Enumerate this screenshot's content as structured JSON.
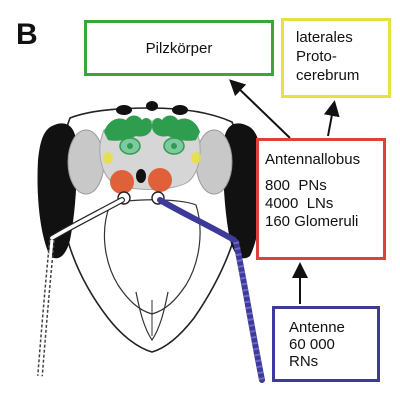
{
  "panel_label": "B",
  "boxes": {
    "pilzkoerper": {
      "label": "Pilzkörper",
      "border_color": "#3aa63a"
    },
    "laterales": {
      "lines": [
        "laterales",
        "Proto-",
        "cerebrum"
      ],
      "border_color": "#e6e040"
    },
    "antennallobus": {
      "title": "Antennallobus",
      "lines": [
        "800  PNs",
        "4000  LNs",
        "160 Glomeruli"
      ],
      "border_color": "#e0403a"
    },
    "antenne": {
      "lines": [
        "Antenne",
        "60 000",
        "RNs"
      ],
      "border_color": "#3d3a9a"
    }
  },
  "colors": {
    "mushroom_body": "#2e9e4e",
    "antennal_lobe": "#e0603a",
    "optic_lobe": "#c8c8c8",
    "compound_eye": "#111111",
    "antenne_nerve": "#3d3a9a",
    "outline": "#222222"
  }
}
